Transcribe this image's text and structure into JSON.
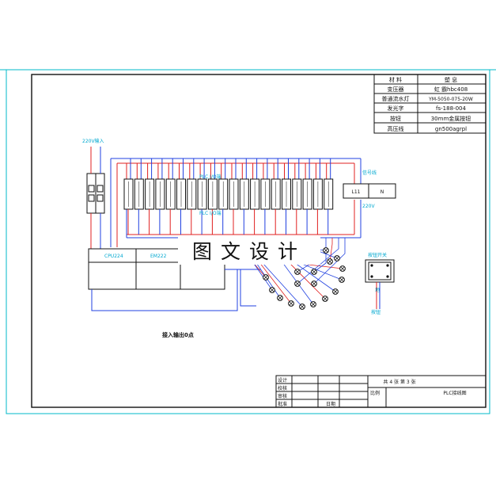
{
  "materials": {
    "rows": [
      {
        "label": "材 料",
        "value": "塑 息"
      },
      {
        "label": "变压器",
        "value": "虹 霸hbc408"
      },
      {
        "label": "普通流水灯",
        "value": "YM-5050-075-20W"
      },
      {
        "label": "发光字",
        "value": "fs-188-004"
      },
      {
        "label": "按钮",
        "value": "30mm金属按钮"
      },
      {
        "label": "高压线",
        "value": "gn500agrpl"
      }
    ]
  },
  "labels": {
    "power_in": "220V输入",
    "signal_top": "信号线",
    "terminal_l": "L11",
    "terminal_n": "N",
    "volt": "220V",
    "plc_top": "PLC I/O端",
    "plc_mid": "PLC I/O端",
    "cpu": "CPU224",
    "em": "EM222",
    "button_box": "按钮开关",
    "ground1": "地",
    "ground2": "按钮",
    "note": "接入输出0点"
  },
  "watermark": "图文设计",
  "title_block": {
    "design": "设计",
    "check": "校核",
    "review": "审核",
    "approve": "批准",
    "sheets": "共 4 张  第 3 张",
    "scale": "比例",
    "drawing_name": "PLC接线图",
    "date": "日期"
  }
}
